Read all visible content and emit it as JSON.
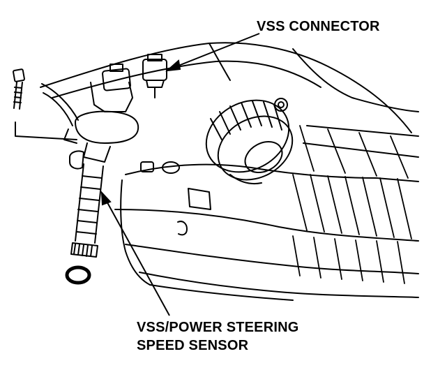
{
  "labels": {
    "vss_connector": "VSS CONNECTOR",
    "sensor_line1": "VSS/POWER STEERING",
    "sensor_line2": "SPEED SENSOR"
  },
  "colors": {
    "ink": "#000000",
    "paper": "#ffffff"
  }
}
